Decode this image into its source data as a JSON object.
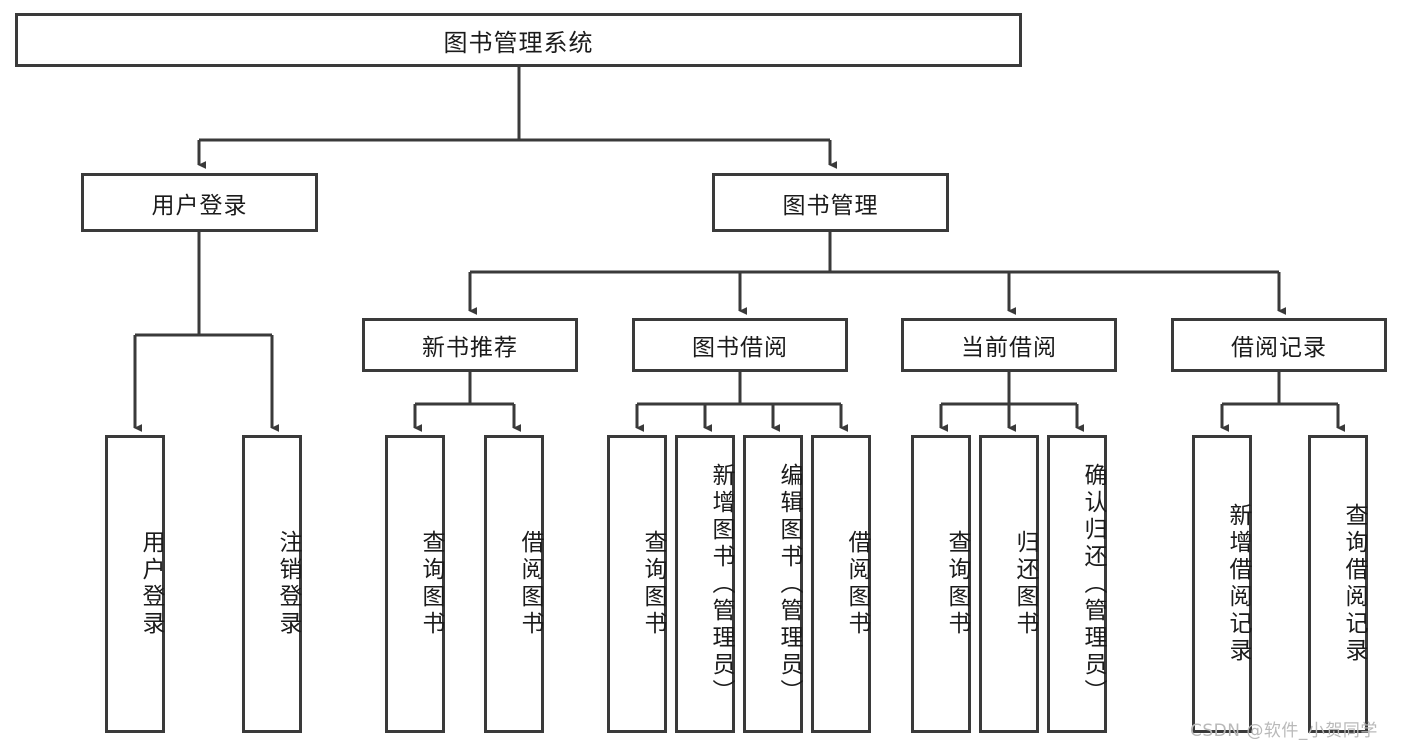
{
  "diagram": {
    "title": "图书管理系统",
    "type": "hierarchy-tree",
    "root": {
      "id": "root",
      "label": "图书管理系统"
    },
    "level2": [
      {
        "id": "user-login",
        "label": "用户登录"
      },
      {
        "id": "book-management",
        "label": "图书管理"
      }
    ],
    "level3": [
      {
        "id": "new-book-recommend",
        "label": "新书推荐",
        "parent": "book-management"
      },
      {
        "id": "book-borrow",
        "label": "图书借阅",
        "parent": "book-management"
      },
      {
        "id": "current-borrow",
        "label": "当前借阅",
        "parent": "book-management"
      },
      {
        "id": "borrow-record",
        "label": "借阅记录",
        "parent": "book-management"
      }
    ],
    "leaves": [
      {
        "id": "leaf-user-login",
        "label": "用户登录",
        "parent": "user-login"
      },
      {
        "id": "leaf-logout",
        "label": "注销登录",
        "parent": "user-login"
      },
      {
        "id": "leaf-query-book-1",
        "label": "查询图书",
        "parent": "new-book-recommend"
      },
      {
        "id": "leaf-borrow-book-1",
        "label": "借阅图书",
        "parent": "new-book-recommend"
      },
      {
        "id": "leaf-query-book-2",
        "label": "查询图书",
        "parent": "book-borrow"
      },
      {
        "id": "leaf-add-book",
        "label": "新增图书（管理员）",
        "parent": "book-borrow"
      },
      {
        "id": "leaf-edit-book",
        "label": "编辑图书（管理员）",
        "parent": "book-borrow"
      },
      {
        "id": "leaf-borrow-book-2",
        "label": "借阅图书",
        "parent": "book-borrow"
      },
      {
        "id": "leaf-query-book-3",
        "label": "查询图书",
        "parent": "current-borrow"
      },
      {
        "id": "leaf-return-book",
        "label": "归还图书",
        "parent": "current-borrow"
      },
      {
        "id": "leaf-confirm-return",
        "label": "确认归还（管理员）",
        "parent": "current-borrow"
      },
      {
        "id": "leaf-add-record",
        "label": "新增借阅记录",
        "parent": "borrow-record"
      },
      {
        "id": "leaf-query-record",
        "label": "查询借阅记录",
        "parent": "borrow-record"
      }
    ],
    "colors": {
      "stroke": "#3a3a3a",
      "fill": "#ffffff",
      "text": "#1b1b1b",
      "watermark": "#b9b9b9"
    }
  },
  "watermark": {
    "text": "CSDN @软件_小贺同学"
  }
}
